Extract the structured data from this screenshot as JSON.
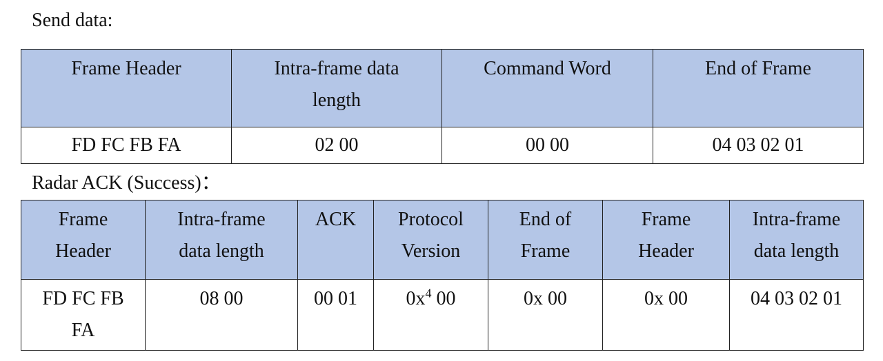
{
  "send": {
    "caption": "Send data:",
    "headers": [
      "Frame Header",
      "Intra-frame data\nlength",
      "Command Word",
      "End of Frame"
    ],
    "values": [
      "FD FC FB FA",
      "02 00",
      "00 00",
      "04 03 02 01"
    ]
  },
  "ack": {
    "caption": "Radar ACK (Success)：",
    "headers": [
      "Frame\nHeader",
      "Intra-frame\ndata length",
      "ACK",
      "Protocol\nVersion",
      "End of\nFrame",
      "Frame\nHeader",
      "Intra-frame\ndata length"
    ],
    "values": [
      "FD FC FB\nFA",
      "08 00",
      "00 01",
      "0x",
      "0x 00",
      "0x 00",
      "04 03 02 01"
    ],
    "protocol_sup": "4",
    "protocol_tail": " 00"
  }
}
